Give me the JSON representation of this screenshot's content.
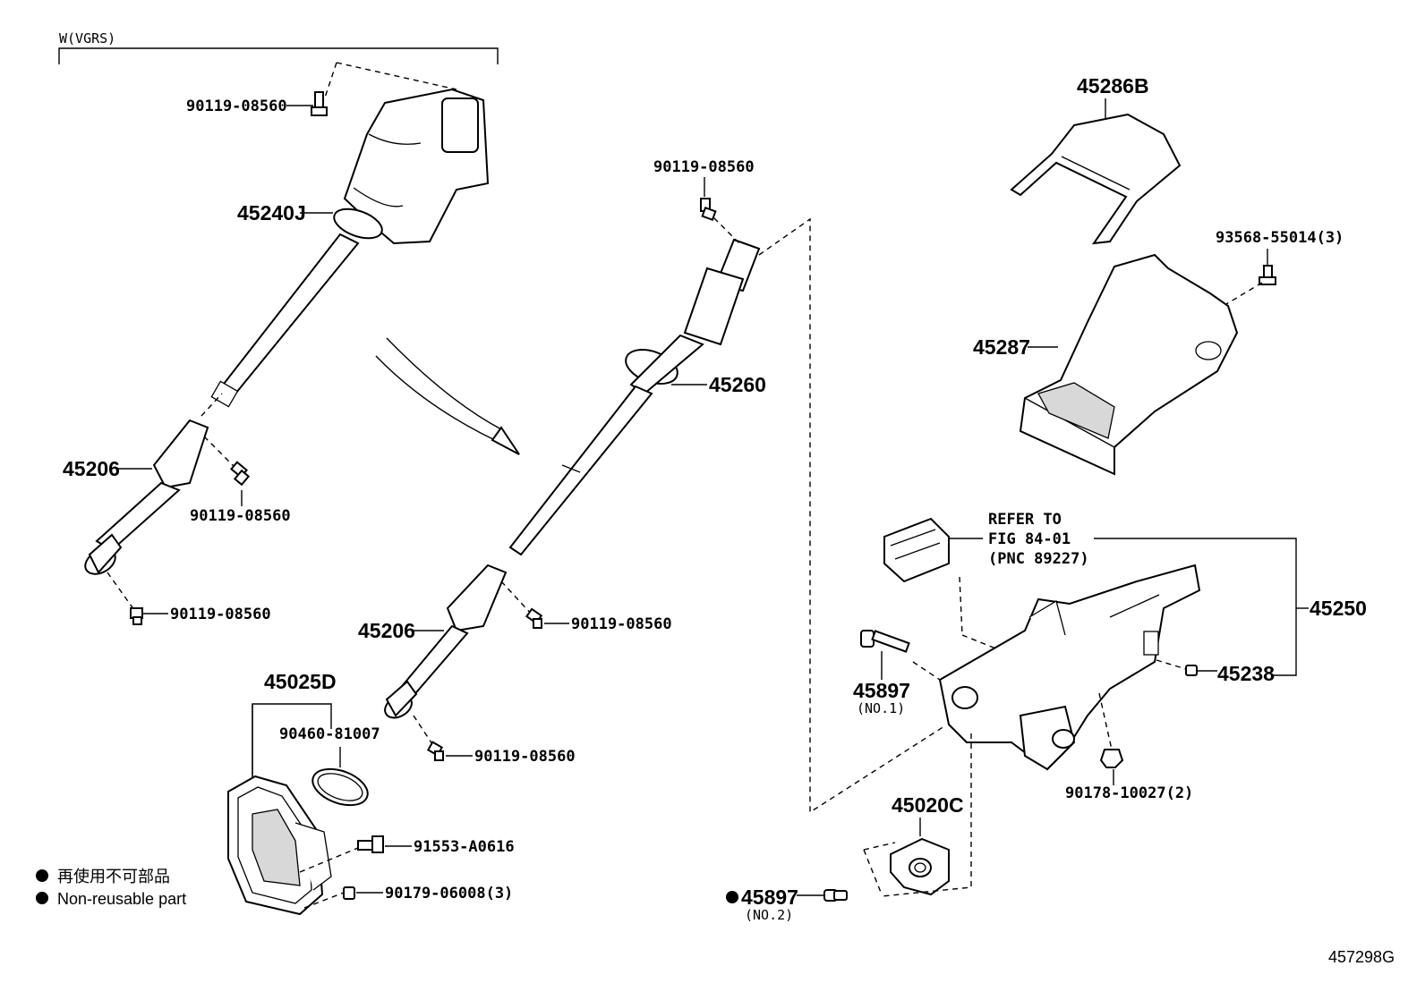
{
  "labels": {
    "header_vgrs": "W(VGRS)",
    "p_90119_a": "90119-08560",
    "p_45240J": "45240J",
    "p_45206_a": "45206",
    "p_90119_b": "90119-08560",
    "p_90119_c": "90119-08560",
    "p_90119_d": "90119-08560",
    "p_45260": "45260",
    "p_45206_b": "45206",
    "p_90119_e": "90119-08560",
    "p_90119_f": "90119-08560",
    "p_45025D": "45025D",
    "p_90460": "90460-81007",
    "p_91553": "91553-A0616",
    "p_90179": "90179-06008(3)",
    "p_45286B": "45286B",
    "p_93568": "93568-55014(3)",
    "p_45287": "45287",
    "ref_line1": "REFER TO",
    "ref_line2": "FIG 84-01",
    "ref_line3": "(PNC 89227)",
    "p_45250": "45250",
    "p_45238": "45238",
    "p_45897_a": "45897",
    "p_45897_a_note": "(NO.1)",
    "p_90178": "90178-10027(2)",
    "p_45020C": "45020C",
    "p_45897_b": "45897",
    "p_45897_b_note": "(NO.2)",
    "legend_jp": "再使用不可部品",
    "legend_en": "Non-reusable part",
    "figure_id": "457298G"
  }
}
